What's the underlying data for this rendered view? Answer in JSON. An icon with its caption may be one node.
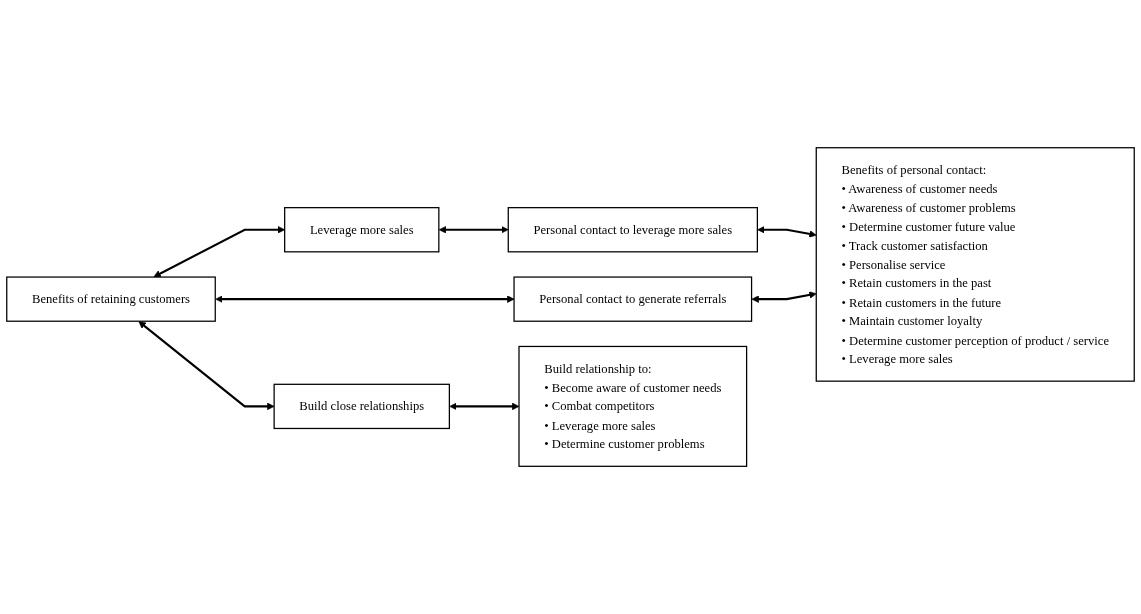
{
  "diagram": {
    "nodes": [
      {
        "text": [
          "Benefits of retaining customers"
        ]
      },
      {
        "text": [
          "Leverage more sales"
        ]
      },
      {
        "text": [
          "Personal contact to leverage more sales"
        ]
      },
      {
        "text": [
          "Personal contact to generate referrals"
        ]
      },
      {
        "text": [
          "Benefits of personal contact:",
          "• Awareness of customer needs",
          "• Awareness of customer problems",
          "• Determine customer future value",
          "• Track customer satisfaction",
          "• Personalise service",
          "• Retain customers in the past",
          "• Retain customers in the future",
          "• Maintain customer loyalty",
          "• Determine customer perception of product / service",
          "• Leverage more sales"
        ]
      },
      {
        "text": [
          "Build close relationships"
        ]
      },
      {
        "text": [
          "Build relationship to:",
          "• Become aware of customer needs",
          "• Combat competitors",
          "• Leverage more sales",
          "• Determine customer problems"
        ]
      }
    ],
    "edges": [
      {
        "from": 0,
        "to": 1,
        "arrow": "both"
      },
      {
        "from": 1,
        "to": 2,
        "arrow": "both"
      },
      {
        "from": 2,
        "to": 4,
        "arrow": "both"
      },
      {
        "from": 0,
        "to": 3,
        "arrow": "both"
      },
      {
        "from": 3,
        "to": 4,
        "arrow": "both"
      },
      {
        "from": 0,
        "to": 5,
        "arrow": "both"
      },
      {
        "from": 5,
        "to": 6,
        "arrow": "both"
      }
    ]
  }
}
